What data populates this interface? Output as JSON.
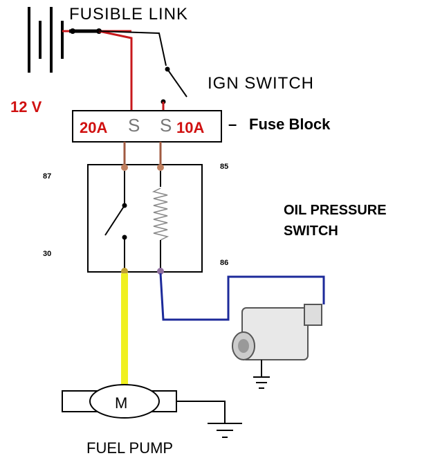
{
  "labels": {
    "fusible_link": "FUSIBLE LINK",
    "ign_switch": "IGN SWITCH",
    "voltage": "12 V",
    "fuse_block": "Fuse Block",
    "fuse_dash": "–",
    "fuse_left": "20A",
    "fuse_right": "10A",
    "pin_87": "87",
    "pin_85": "85",
    "pin_30": "30",
    "pin_86": "86",
    "oil_switch_line1": "OIL PRESSURE",
    "oil_switch_line2": "SWITCH",
    "motor": "M",
    "fuel_pump": "FUEL PUMP"
  },
  "colors": {
    "power_wire": "#c8181c",
    "fused_wire": "#a05a40",
    "pump_wire": "#f0f020",
    "sensor_wire": "#1c2a9a",
    "text_red": "#d01010"
  }
}
